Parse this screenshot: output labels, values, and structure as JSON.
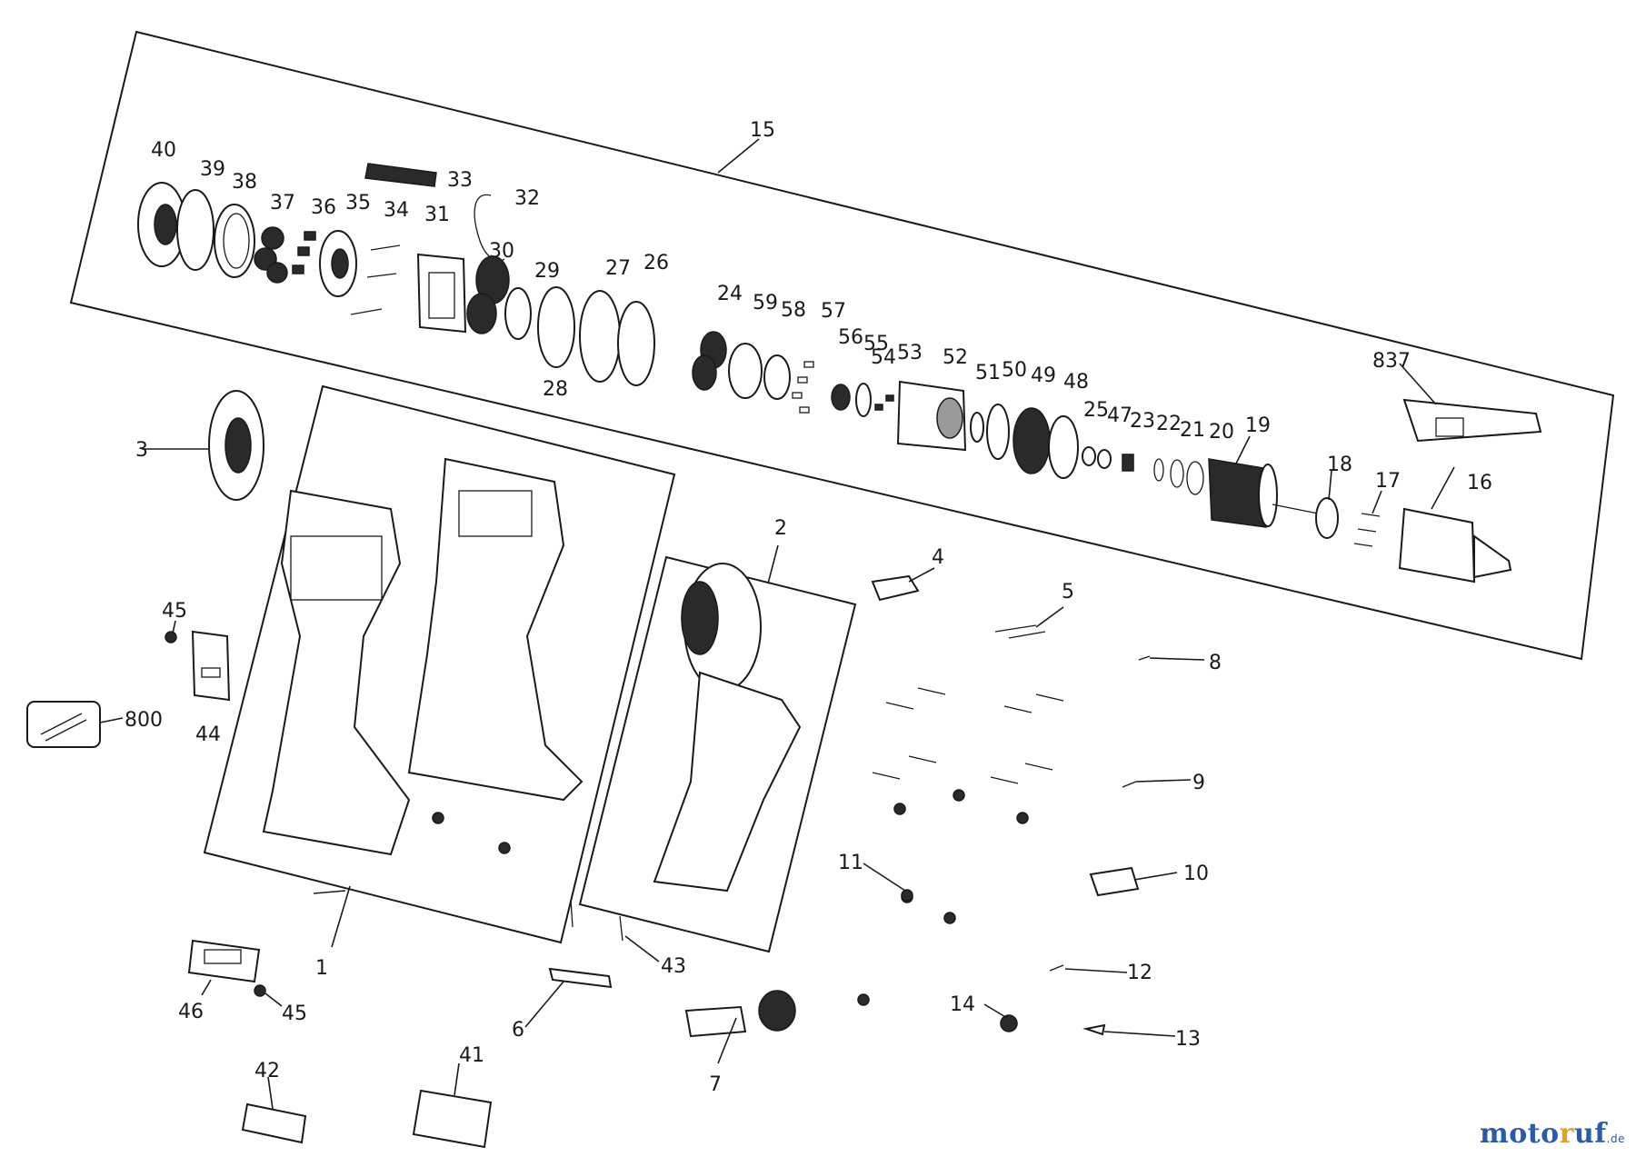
{
  "callouts": [
    "40",
    "39",
    "38",
    "37",
    "36",
    "35",
    "34",
    "33",
    "32",
    "31",
    "30",
    "29",
    "28",
    "27",
    "26",
    "15",
    "24",
    "59",
    "58",
    "57",
    "56",
    "55",
    "54",
    "53",
    "52",
    "51",
    "50",
    "49",
    "48",
    "25",
    "47",
    "23",
    "22",
    "21",
    "20",
    "19",
    "18",
    "17",
    "16",
    "837",
    "3",
    "45",
    "800",
    "44",
    "1",
    "2",
    "4",
    "5",
    "8",
    "9",
    "11",
    "10",
    "12",
    "14",
    "13",
    "7",
    "6",
    "43",
    "46",
    "42",
    "41"
  ],
  "watermark": {
    "main": "moto",
    "accent": "r",
    "main2": "uf",
    "tld": ".de"
  },
  "colors": {
    "line": "#1a1a1a",
    "watermark_blue": "#2a5aa8",
    "watermark_orange": "#e8a020"
  }
}
